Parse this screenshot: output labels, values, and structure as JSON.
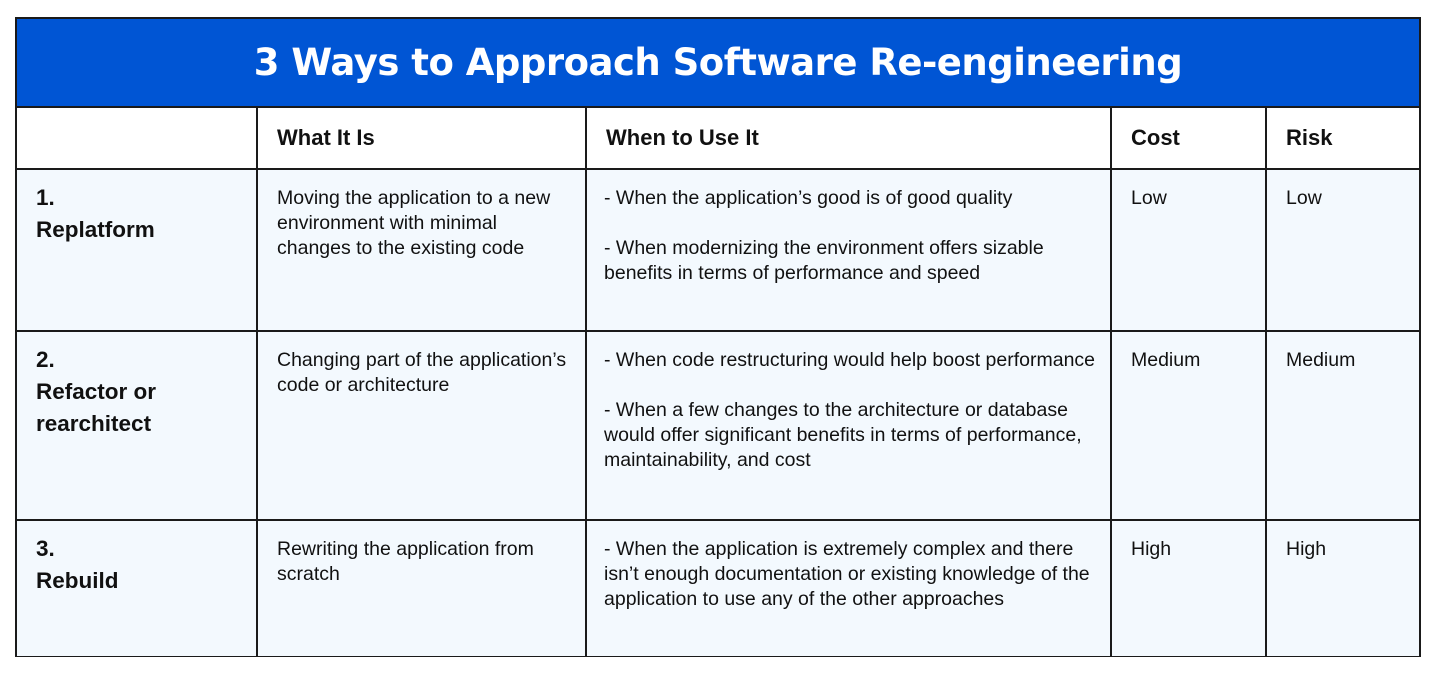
{
  "title": "3 Ways to Approach Software Re-engineering",
  "headers": [
    "",
    "What It Is",
    "When to Use It",
    "Cost",
    "Risk"
  ],
  "rows": [
    {
      "number": "1.",
      "name": "Replatform",
      "what": "Moving the application to a new environment with minimal changes to the existing code",
      "when": [
        "- When the application’s good is of good quality",
        "- When modernizing the environment offers sizable benefits in terms of performance and speed"
      ],
      "cost": "Low",
      "risk": "Low"
    },
    {
      "number": "2.",
      "name": "Refactor or rearchitect",
      "what": "Changing part of the application’s code or architecture",
      "when": [
        "- When code restructuring would help boost performance",
        "- When a few changes to the architecture or database would offer significant benefits in terms of performance, maintainability, and cost"
      ],
      "cost": "Medium",
      "risk": "Medium"
    },
    {
      "number": "3.",
      "name": "Rebuild",
      "what": "Rewriting the application from scratch",
      "when": [
        "- When the application is extremely complex and there isn’t enough documentation or existing knowledge of the application to use any of the other approaches"
      ],
      "cost": "High",
      "risk": "High"
    }
  ],
  "colors": {
    "header_bg": "#0055d4",
    "row_bg": "#f3f9fe",
    "border": "#1a1a1a"
  }
}
